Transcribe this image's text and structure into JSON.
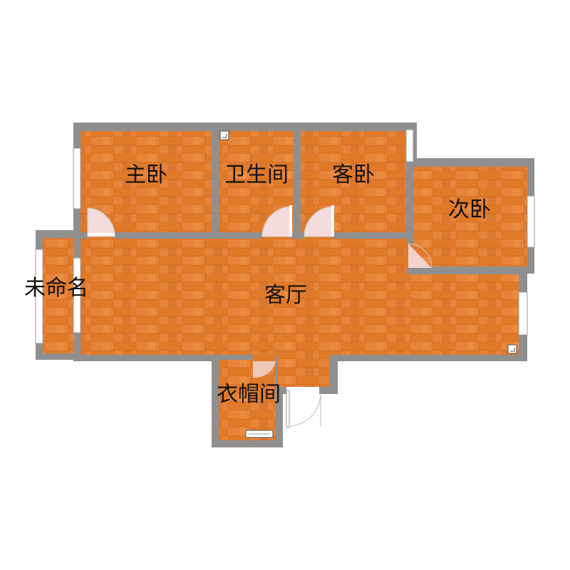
{
  "plan": {
    "rooms": [
      {
        "id": "master",
        "label": "主卧"
      },
      {
        "id": "bath",
        "label": "卫生间"
      },
      {
        "id": "guest",
        "label": "客卧"
      },
      {
        "id": "second",
        "label": "次卧"
      },
      {
        "id": "unnamed",
        "label": "未命名"
      },
      {
        "id": "living",
        "label": "客厅"
      },
      {
        "id": "cloak",
        "label": "衣帽间"
      }
    ]
  },
  "colors": {
    "wall": "#8f8f8f",
    "floor": "#e07a28",
    "floor_dark": "#c9601a",
    "floor_light": "#ef9a4a",
    "window": "#ffffff",
    "door_arc": "#f4dcdc",
    "background": "#ffffff"
  }
}
